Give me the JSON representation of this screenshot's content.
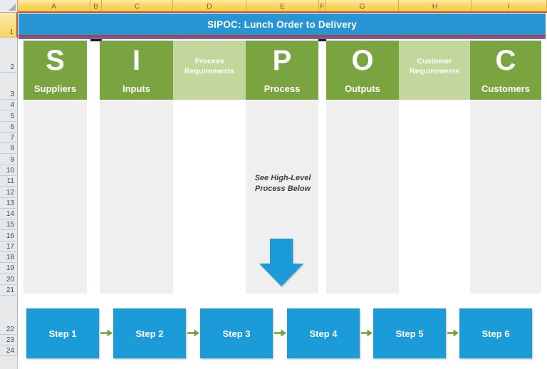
{
  "title_bar": {
    "text": "SIPOC: Lunch Order to Delivery"
  },
  "column_headers": [
    "A",
    "B",
    "C",
    "D",
    "E",
    "F",
    "G",
    "H",
    "I"
  ],
  "row_headers": [
    "1",
    "2",
    "3",
    "4",
    "5",
    "6",
    "7",
    "8",
    "9",
    "10",
    "11",
    "12",
    "13",
    "14",
    "15",
    "16",
    "17",
    "18",
    "19",
    "20",
    "21",
    "22",
    "23",
    "24"
  ],
  "sipoc": {
    "headers": [
      {
        "letter": "S",
        "label": "Suppliers",
        "variant": "dark"
      },
      {
        "letter": "I",
        "label": "Inputs",
        "variant": "dark"
      },
      {
        "letter": "",
        "label": "Process Requirements",
        "variant": "light"
      },
      {
        "letter": "P",
        "label": "Process",
        "variant": "dark"
      },
      {
        "letter": "O",
        "label": "Outputs",
        "variant": "dark"
      },
      {
        "letter": "",
        "label": "Customer Requirements",
        "variant": "light"
      },
      {
        "letter": "C",
        "label": "Customers",
        "variant": "dark"
      }
    ],
    "note": {
      "line1": "See High-Level",
      "line2": "Process Below"
    }
  },
  "process_steps": [
    "Step 1",
    "Step 2",
    "Step 3",
    "Step 4",
    "Step 5",
    "Step 6"
  ],
  "icons": {
    "corner": "select-all-triangle-icon",
    "down_arrow": "down-arrow-icon",
    "connector": "right-arrow-icon"
  },
  "colors": {
    "title_blue": "#2795D3",
    "step_blue": "#1B9BD7",
    "dark_green": "#79A43F",
    "light_green": "#C3D69B",
    "connector_green": "#72A33D",
    "header_gold": "#FBD55F",
    "selection_red": "#C9502E",
    "column_gray": "#EFEFEF"
  }
}
